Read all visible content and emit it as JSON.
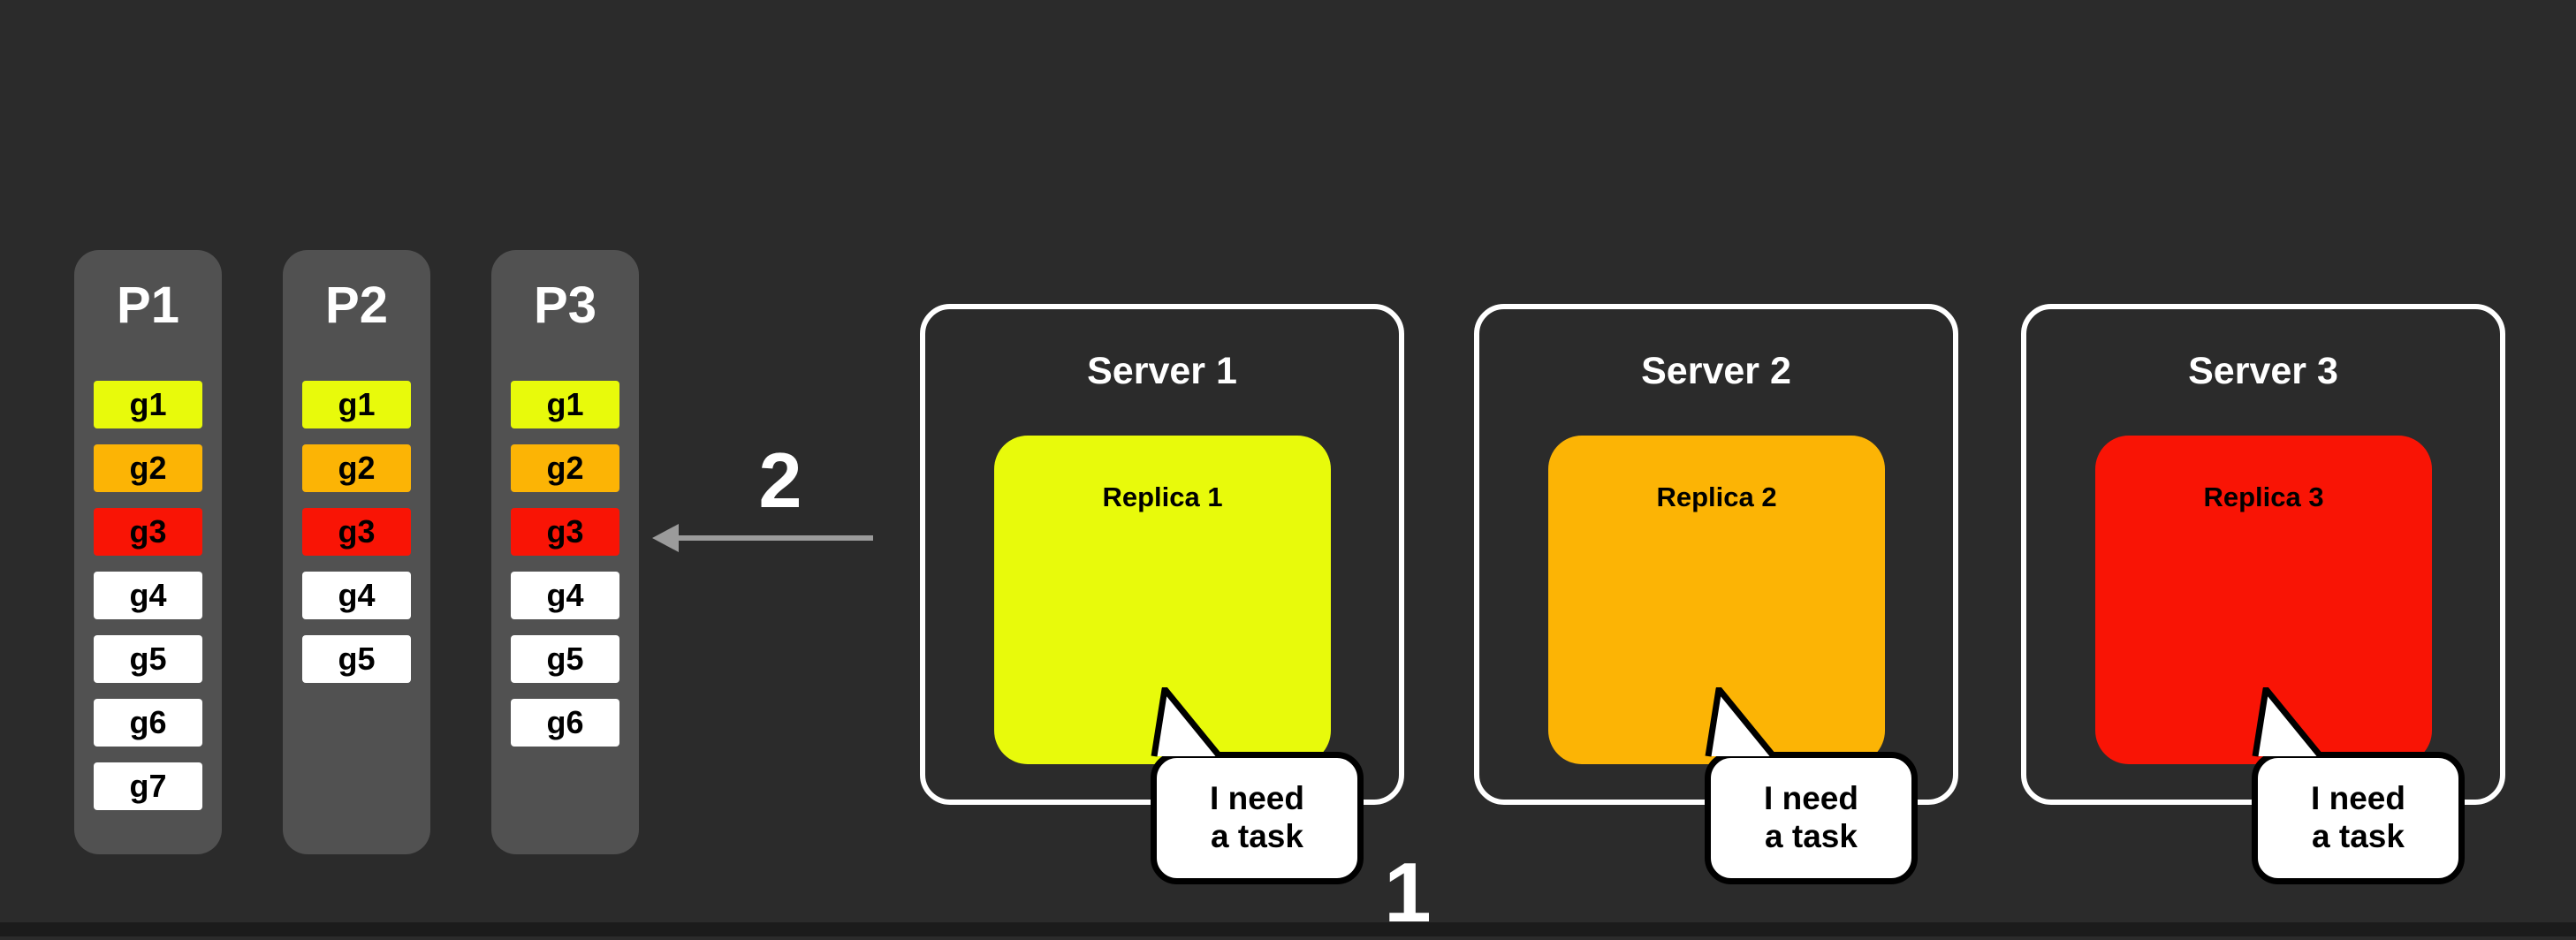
{
  "colors": {
    "background": "#2b2b2b",
    "partition_bg": "#515151",
    "task_yellow": "#e8fa0b",
    "task_orange": "#fcb405",
    "task_red": "#f91405",
    "task_white": "#ffffff",
    "arrow_gray": "#9b9b9b",
    "server_border": "#ffffff",
    "bubble_bg": "#ffffff",
    "bubble_border": "#000000"
  },
  "partitions": [
    {
      "label": "P1",
      "tasks": [
        {
          "label": "g1",
          "color": "#e8fa0b"
        },
        {
          "label": "g2",
          "color": "#fcb405"
        },
        {
          "label": "g3",
          "color": "#f91405"
        },
        {
          "label": "g4",
          "color": "#ffffff"
        },
        {
          "label": "g5",
          "color": "#ffffff"
        },
        {
          "label": "g6",
          "color": "#ffffff"
        },
        {
          "label": "g7",
          "color": "#ffffff"
        }
      ]
    },
    {
      "label": "P2",
      "tasks": [
        {
          "label": "g1",
          "color": "#e8fa0b"
        },
        {
          "label": "g2",
          "color": "#fcb405"
        },
        {
          "label": "g3",
          "color": "#f91405"
        },
        {
          "label": "g4",
          "color": "#ffffff"
        },
        {
          "label": "g5",
          "color": "#ffffff"
        }
      ]
    },
    {
      "label": "P3",
      "tasks": [
        {
          "label": "g1",
          "color": "#e8fa0b"
        },
        {
          "label": "g2",
          "color": "#fcb405"
        },
        {
          "label": "g3",
          "color": "#f91405"
        },
        {
          "label": "g4",
          "color": "#ffffff"
        },
        {
          "label": "g5",
          "color": "#ffffff"
        },
        {
          "label": "g6",
          "color": "#ffffff"
        }
      ]
    }
  ],
  "arrow": {
    "label": "2"
  },
  "servers": [
    {
      "title": "Server 1",
      "replica_label": "Replica 1",
      "replica_color": "#e8fa0b",
      "bubble": {
        "line1": "I need",
        "line2": "a task"
      }
    },
    {
      "title": "Server 2",
      "replica_label": "Replica 2",
      "replica_color": "#fcb405",
      "bubble": {
        "line1": "I need",
        "line2": "a task"
      }
    },
    {
      "title": "Server 3",
      "replica_label": "Replica 3",
      "replica_color": "#f91405",
      "bubble": {
        "line1": "I need",
        "line2": "a task"
      }
    }
  ],
  "step_label": "1"
}
